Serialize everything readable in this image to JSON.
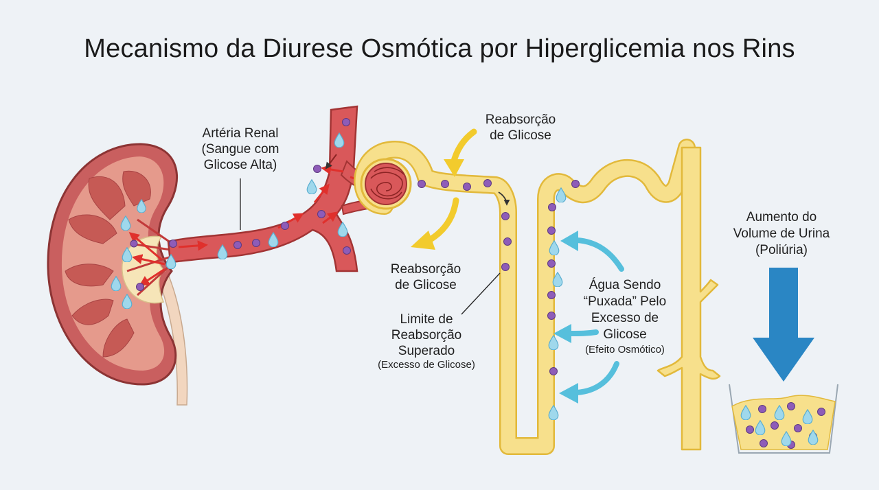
{
  "title": "Mecanismo da Diurese Osmótica por Hiperglicemia nos Rins",
  "labels": {
    "arteria_renal": [
      "Artéria Renal",
      "(Sangue com",
      "Glicose Alta)"
    ],
    "reabsorcao_top": [
      "Reabsorção",
      "de Glicose"
    ],
    "reabsorcao_mid": [
      "Reabsorção",
      "de Glicose"
    ],
    "limite": [
      "Limite de",
      "Reabsorção",
      "Superado"
    ],
    "limite_note": "(Excesso de Glicose)",
    "agua": [
      "Água Sendo",
      "“Puxada” Pelo",
      "Excesso de",
      "Glicose"
    ],
    "agua_note": "(Efeito Osmótico)",
    "aumento": [
      "Aumento do",
      "Volume de Urina",
      "(Poliúria)"
    ]
  },
  "colors": {
    "background": "#eef2f6",
    "kidney_outer": "#c95f5f",
    "kidney_cortex": "#e59a8c",
    "blood_vessel": "#d9585a",
    "tubule": "#f7e08c",
    "tubule_outline": "#e2b93b",
    "glucose": "#8e5cb8",
    "water": "#9fd8ec",
    "yellow_arrow": "#f2cb2d",
    "cyan_arrow": "#56bfdc",
    "blue_arrow": "#2a86c4"
  },
  "icons": [
    "kidney",
    "renal-artery",
    "glomerulus",
    "nephron-tubule",
    "collecting-duct",
    "glucose-dot",
    "water-drop",
    "urine-container"
  ]
}
